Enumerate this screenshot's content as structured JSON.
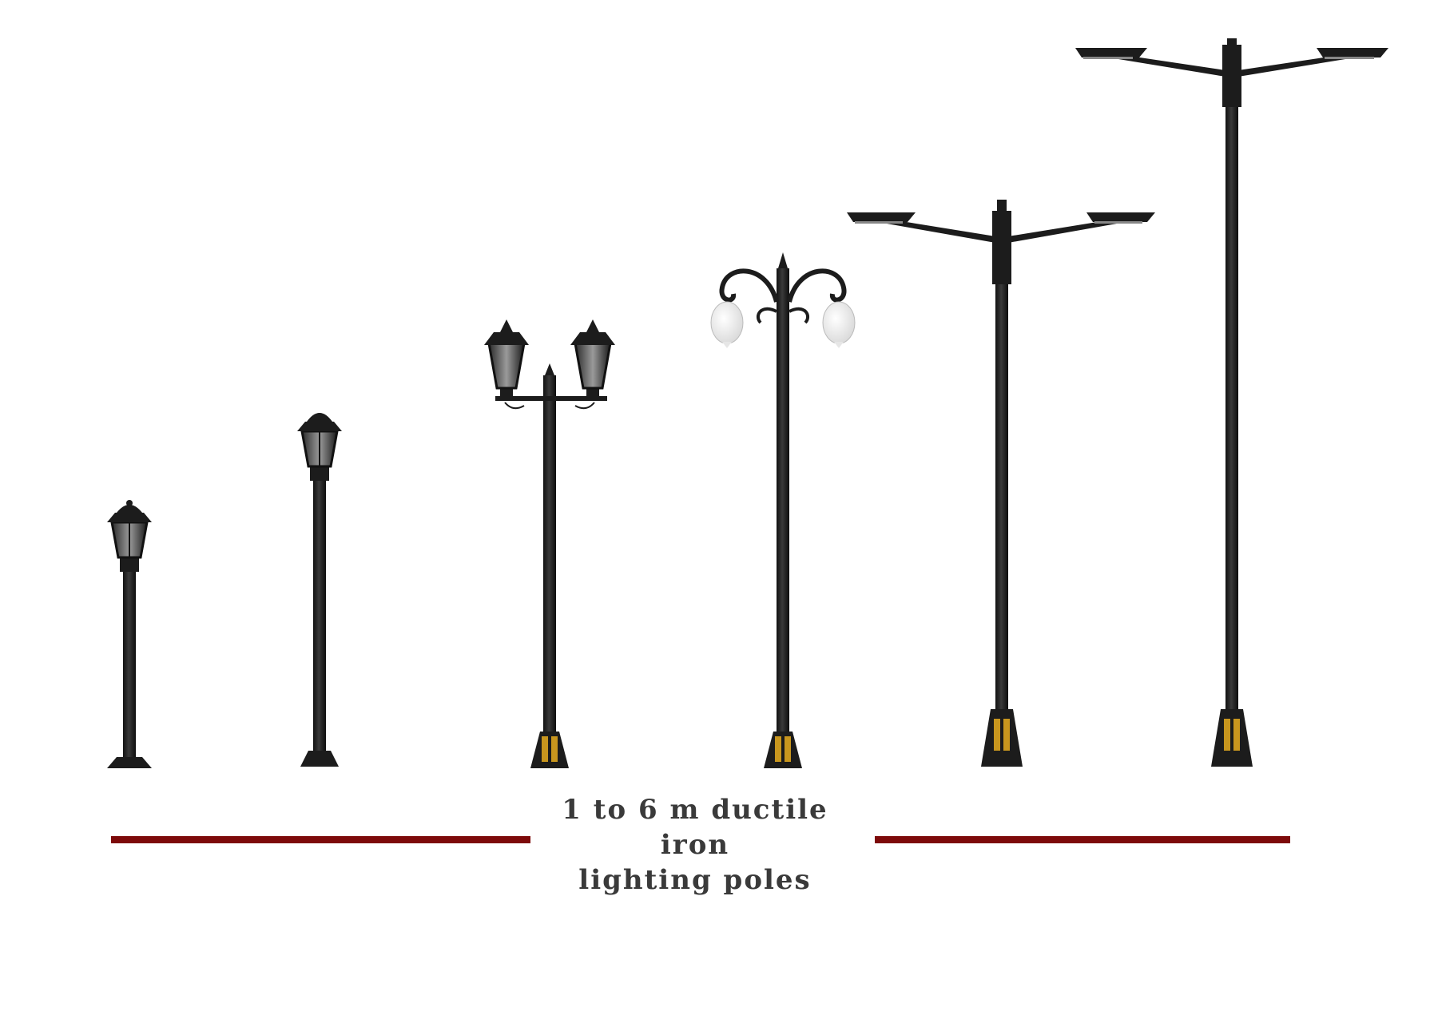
{
  "caption": {
    "line1": "1 to 6 m ductile iron",
    "line2": "lighting poles"
  },
  "colors": {
    "pole": "#1c1c1c",
    "rule": "#7d0a0a",
    "caption": "#3a3a3a",
    "base_ornament": "#c8961e",
    "globe": "#f2f2f2"
  },
  "poles": [
    {
      "height_m": 1,
      "style": "single-lantern"
    },
    {
      "height_m": 2,
      "style": "single-lantern"
    },
    {
      "height_m": 3,
      "style": "double-lantern"
    },
    {
      "height_m": 4,
      "style": "double-globe-scroll"
    },
    {
      "height_m": 5,
      "style": "double-arm-led"
    },
    {
      "height_m": 6,
      "style": "double-arm-led"
    }
  ]
}
